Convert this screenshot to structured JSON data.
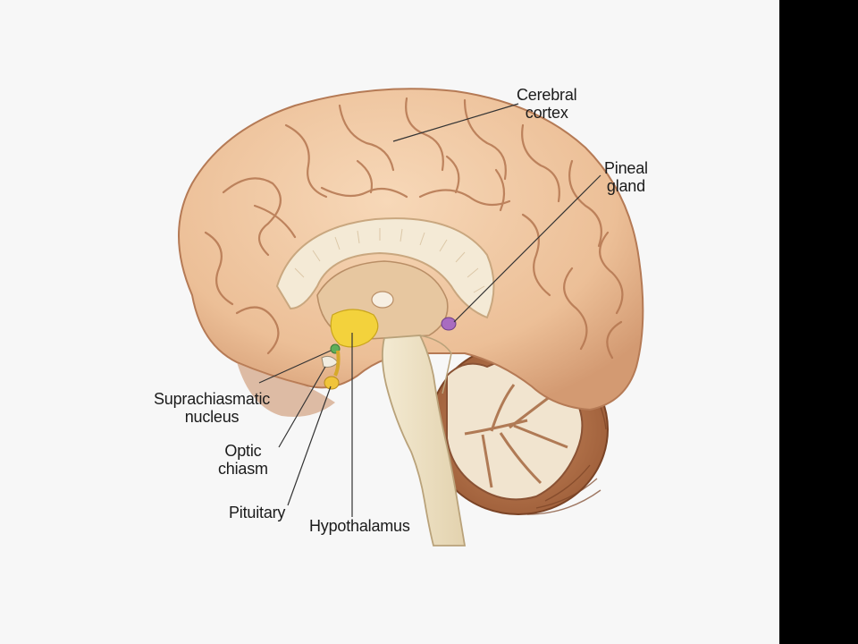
{
  "labels": {
    "cerebral_cortex": [
      "Cerebral",
      "cortex"
    ],
    "pineal_gland": [
      "Pineal",
      "gland"
    ],
    "suprachiasmatic_nucleus": [
      "Suprachiasmatic",
      "nucleus"
    ],
    "optic_chiasm": [
      "Optic",
      "chiasm"
    ],
    "pituitary": "Pituitary",
    "hypothalamus": "Hypothalamus"
  },
  "colors": {
    "cortex": "#f0c6a0",
    "cortex_shadow": "#c98f68",
    "corpus_callosum": "#f4ead6",
    "brainstem": "#efe4c8",
    "hypothalamus": "#f3d23c",
    "pineal": "#a86cc0",
    "suprachiasmatic": "#5fae5a",
    "cerebellum": "#b8734c",
    "leader_line": "#333333",
    "right_bar": "#000000"
  }
}
